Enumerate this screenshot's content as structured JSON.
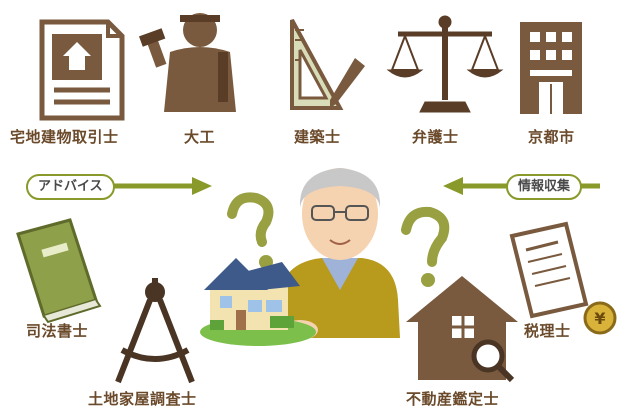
{
  "colors": {
    "label_text": "#6b4a2b",
    "icon_brown": "#7a5a3e",
    "icon_dark": "#5a3d27",
    "green_arrow": "#8a9a2a",
    "question_olive": "#99a042",
    "person_vest": "#b89a1c",
    "house_roof": "#3d5a8a",
    "house_wall": "#f2e3b0",
    "lawn": "#7cc04b"
  },
  "professions": {
    "realtor": "宅地建物取引士",
    "carpenter": "大工",
    "architect": "建築士",
    "lawyer": "弁護士",
    "city": "京都市",
    "scrivener": "司法書士",
    "surveyor": "土地家屋調査士",
    "appraiser": "不動産鑑定士",
    "tax_accountant": "税理士"
  },
  "arrows": {
    "advice": "アドバイス",
    "info": "情報収集"
  },
  "icons": {
    "realtor": "document-house-icon",
    "carpenter": "carpenter-icon",
    "architect": "ruler-pencil-icon",
    "lawyer": "scales-icon",
    "city": "building-icon",
    "scrivener": "book-icon",
    "surveyor": "compass-icon",
    "appraiser": "house-magnifier-icon",
    "tax_accountant": "tax-form-yen-icon"
  }
}
